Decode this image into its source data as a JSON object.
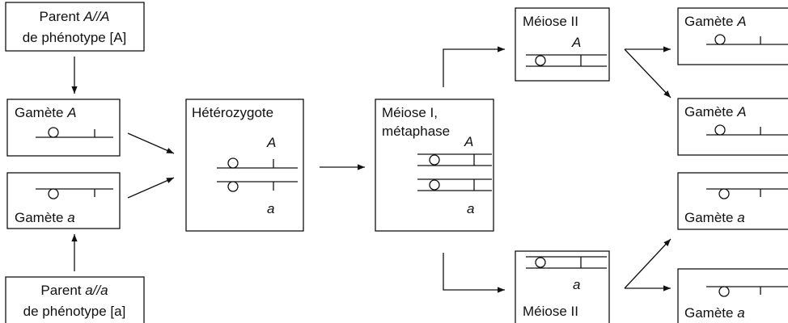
{
  "parent_top": {
    "line1": "Parent ",
    "allele": "A//A",
    "line2": "de phénotype [A]"
  },
  "parent_bottom": {
    "line1": "Parent ",
    "allele": "a//a",
    "line2": "de phénotype [a]"
  },
  "gamete_A": {
    "label": "Gamète ",
    "allele": "A"
  },
  "gamete_a": {
    "label": "Gamète ",
    "allele": "a"
  },
  "hetero": {
    "title": "Hétérozygote",
    "allele_top": "A",
    "allele_bottom": "a"
  },
  "meiosis1": {
    "line1": "Méiose I,",
    "line2": "métaphase",
    "allele_top": "A",
    "allele_bottom": "a"
  },
  "meiosis2_top": {
    "title": "Méiose II",
    "allele": "A"
  },
  "meiosis2_bottom": {
    "title": "Méiose II",
    "allele": "a"
  },
  "out1": {
    "label": "Gamète ",
    "allele": "A"
  },
  "out2": {
    "label": "Gamète ",
    "allele": "A"
  },
  "out3": {
    "label": "Gamète ",
    "allele": "a"
  },
  "out4": {
    "label": "Gamète ",
    "allele": "a"
  }
}
